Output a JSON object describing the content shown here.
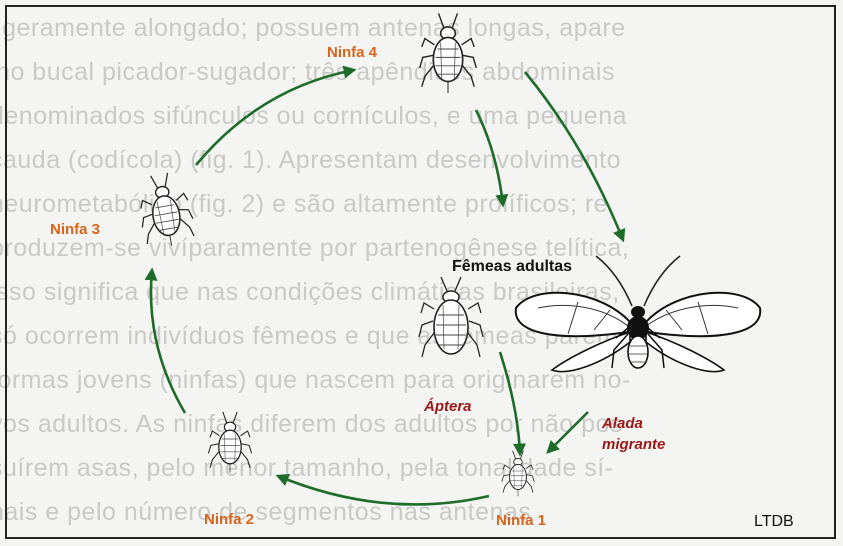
{
  "diagram": {
    "labels": {
      "ninfa4": "Ninfa 4",
      "ninfa3": "Ninfa 3",
      "ninfa2": "Ninfa 2",
      "ninfa1": "Ninfa 1",
      "femeas": "Fêmeas adultas",
      "aptera": "Áptera",
      "alada_line1": "Alada",
      "alada_line2": "migrante",
      "credit": "LTDB"
    },
    "colors": {
      "arrow": "#1e6b2a",
      "nymph_label": "#d9641c",
      "adult_label": "#9a1818"
    },
    "icons": [
      "nymph-aphid-icon",
      "apterous-female-aphid-icon",
      "winged-migrant-aphid-icon"
    ]
  },
  "background_text": [
    "ligeramente alongado; possuem antenas longas, apare",
    "lho bucal picador-sugador; três apêndices abdominais",
    "denominados sifúnculos ou cornículos, e uma pequena",
    "cauda (codícola) (fig. 1). Apresentam desenvolvimento",
    "neurometabólico (fig. 2) e são altamente prolíficos; re",
    "produzem-se vivíparamente por partenogênese telítica,",
    "isso significa que nas condições climáticas brasileiras,",
    "só ocorrem indivíduos fêmeos e que as fêmeas parem",
    "formas jovens (ninfas) que nascem para originarem no-",
    "vos adultos. As ninfas diferem dos adultos por não pos",
    "suírem asas, pelo menor tamanho, pela tonalidade sí-",
    "nais e pelo número de segmentos nas antenas"
  ]
}
